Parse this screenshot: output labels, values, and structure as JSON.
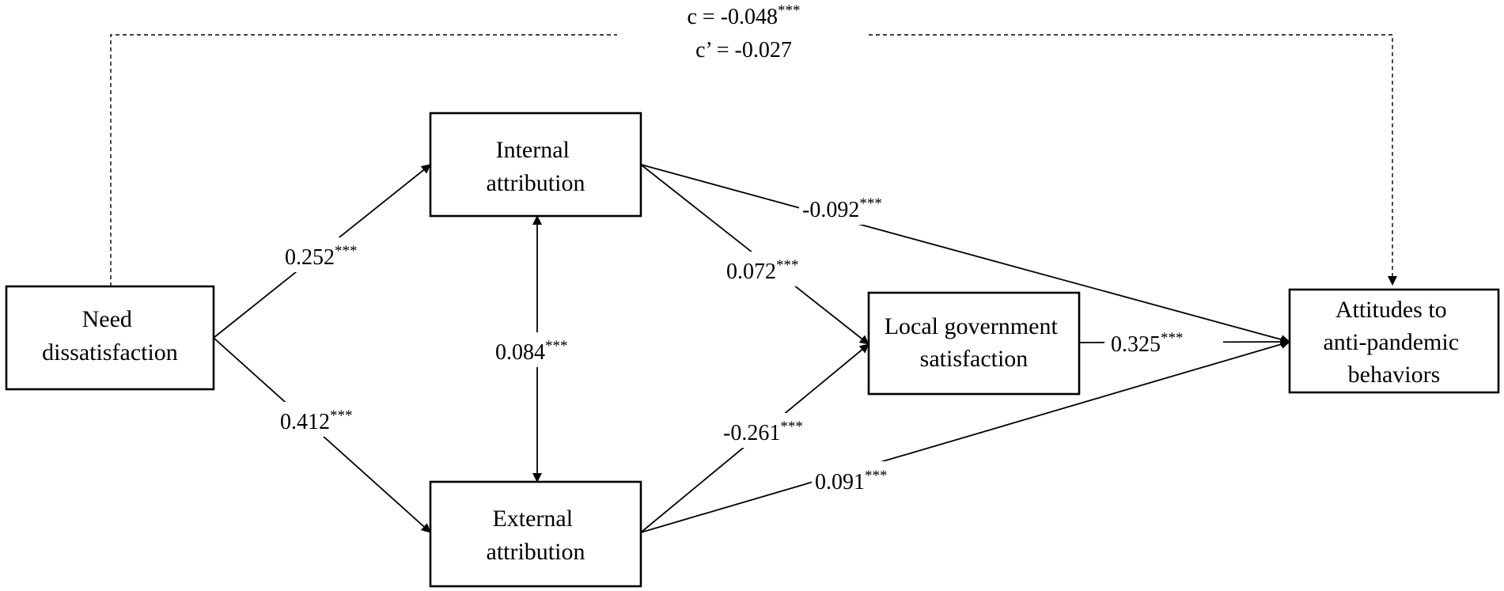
{
  "nodes": {
    "need": [
      "Need",
      "dissatisfaction"
    ],
    "internal": [
      "Internal",
      "attribution"
    ],
    "external": [
      "External",
      "attribution"
    ],
    "local": [
      "Local government",
      "satisfaction"
    ],
    "attitudes": [
      "Attitudes to",
      "anti-pandemic",
      "behaviors"
    ]
  },
  "total_effect": {
    "c_value": "c = -0.048",
    "c_stars": "***",
    "c_prime": "c’ = -0.027"
  },
  "coefficients": {
    "need_internal": {
      "value": "0.252",
      "stars": "***"
    },
    "need_external": {
      "value": "0.412",
      "stars": "***"
    },
    "internal_external": {
      "value": "0.084",
      "stars": "***"
    },
    "internal_local": {
      "value": "0.072",
      "stars": "***"
    },
    "external_local": {
      "value": "-0.261",
      "stars": "***"
    },
    "internal_attitudes": {
      "value": "-0.092",
      "stars": "***"
    },
    "external_attitudes": {
      "value": "0.091",
      "stars": "***"
    },
    "local_attitudes": {
      "value": "0.325",
      "stars": "***"
    }
  }
}
